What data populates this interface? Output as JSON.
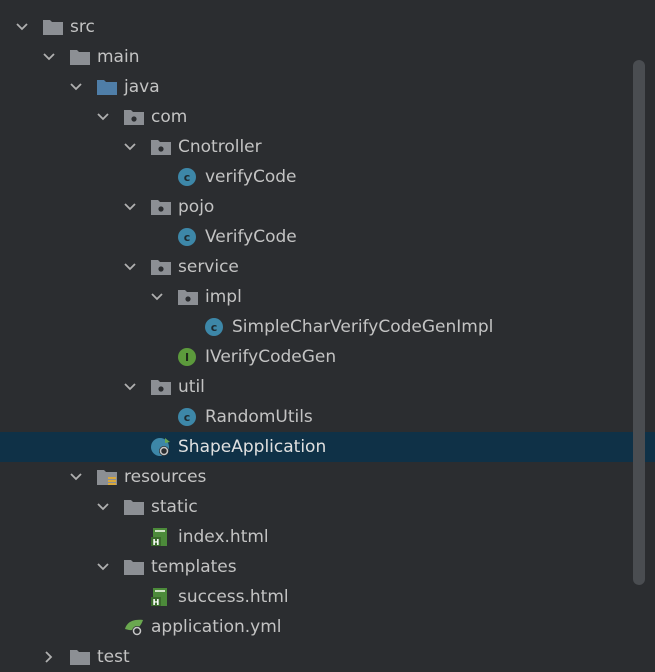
{
  "colors": {
    "background": "#2b2d30",
    "selection": "#0f3147",
    "folder": "#8c8f94",
    "source_folder": "#4f7ea8",
    "class_icon": "#3d87a8",
    "interface_icon": "#5c9a3c",
    "html_icon": "#4c8a3a",
    "spring_icon": "#6aa84f"
  },
  "tree": [
    {
      "label": "src",
      "depth": 0,
      "arrow": "down",
      "icon": "folder-icon"
    },
    {
      "label": "main",
      "depth": 1,
      "arrow": "down",
      "icon": "folder-icon"
    },
    {
      "label": "java",
      "depth": 2,
      "arrow": "down",
      "icon": "source-folder-icon"
    },
    {
      "label": "com",
      "depth": 3,
      "arrow": "down",
      "icon": "package-icon"
    },
    {
      "label": "Cnotroller",
      "depth": 4,
      "arrow": "down",
      "icon": "package-icon"
    },
    {
      "label": "verifyCode",
      "depth": 5,
      "arrow": "none",
      "icon": "class-icon"
    },
    {
      "label": "pojo",
      "depth": 4,
      "arrow": "down",
      "icon": "package-icon"
    },
    {
      "label": "VerifyCode",
      "depth": 5,
      "arrow": "none",
      "icon": "class-icon"
    },
    {
      "label": "service",
      "depth": 4,
      "arrow": "down",
      "icon": "package-icon"
    },
    {
      "label": "impl",
      "depth": 5,
      "arrow": "down",
      "icon": "package-icon"
    },
    {
      "label": "SimpleCharVerifyCodeGenImpl",
      "depth": 6,
      "arrow": "none",
      "icon": "class-icon"
    },
    {
      "label": "IVerifyCodeGen",
      "depth": 5,
      "arrow": "none",
      "icon": "interface-icon"
    },
    {
      "label": "util",
      "depth": 4,
      "arrow": "down",
      "icon": "package-icon"
    },
    {
      "label": "RandomUtils",
      "depth": 5,
      "arrow": "none",
      "icon": "class-icon"
    },
    {
      "label": "ShapeApplication",
      "depth": 4,
      "arrow": "none",
      "icon": "spring-boot-class-icon",
      "selected": true
    },
    {
      "label": "resources",
      "depth": 2,
      "arrow": "down",
      "icon": "resources-folder-icon"
    },
    {
      "label": "static",
      "depth": 3,
      "arrow": "down",
      "icon": "folder-icon"
    },
    {
      "label": "index.html",
      "depth": 4,
      "arrow": "none",
      "icon": "html-file-icon"
    },
    {
      "label": "templates",
      "depth": 3,
      "arrow": "down",
      "icon": "folder-icon"
    },
    {
      "label": "success.html",
      "depth": 4,
      "arrow": "none",
      "icon": "html-file-icon"
    },
    {
      "label": "application.yml",
      "depth": 3,
      "arrow": "none",
      "icon": "spring-config-icon"
    },
    {
      "label": "test",
      "depth": 1,
      "arrow": "right",
      "icon": "folder-icon"
    }
  ]
}
